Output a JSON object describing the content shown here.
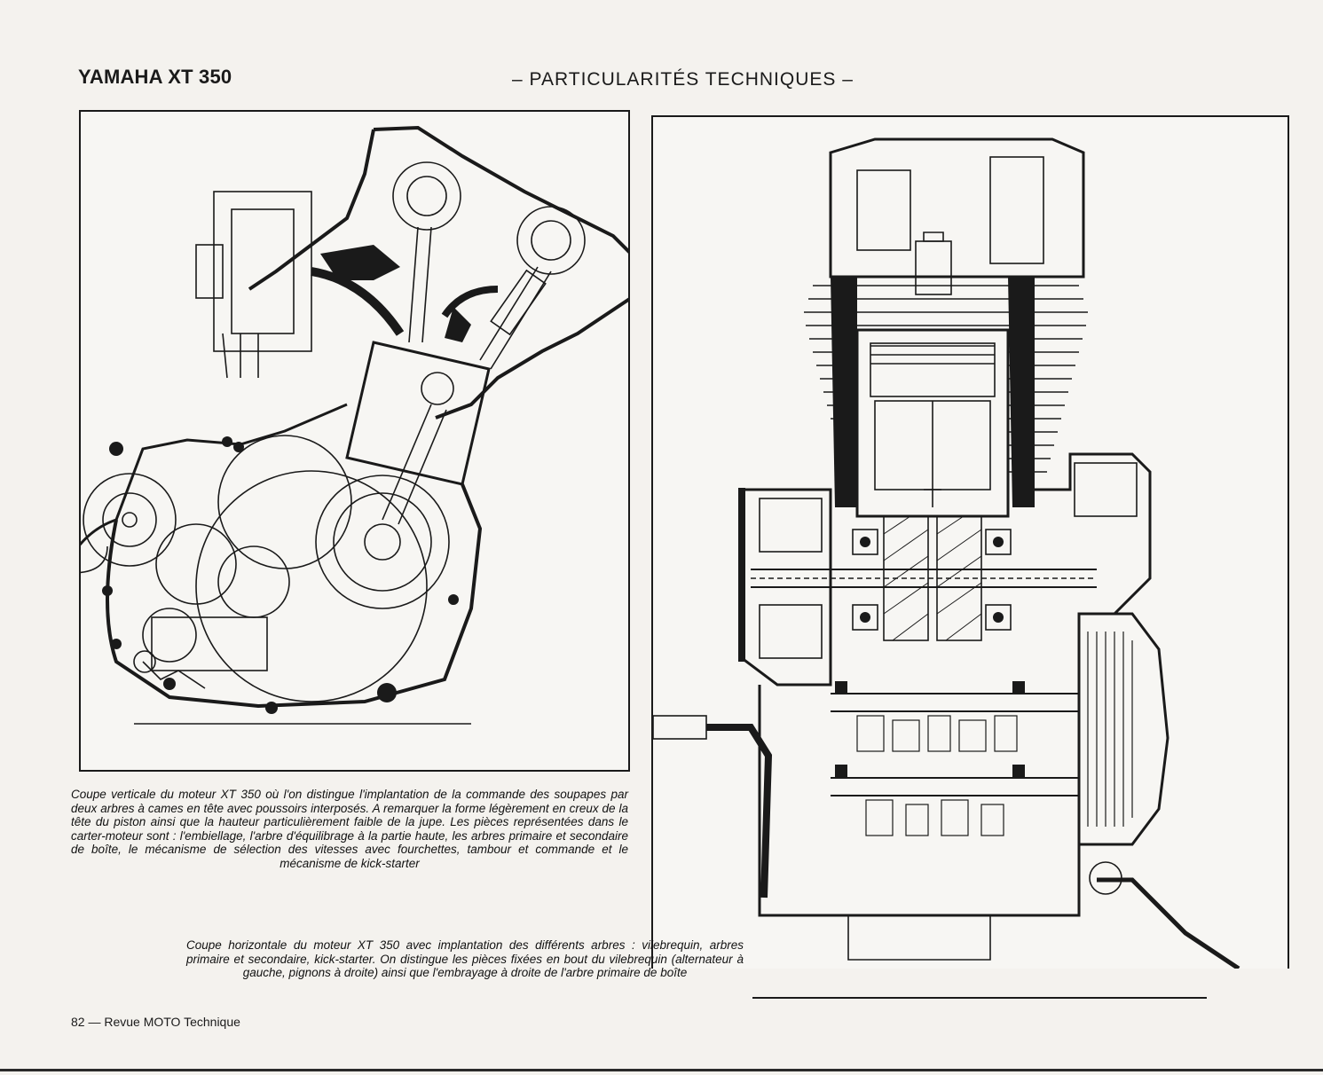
{
  "header": {
    "brand": "YAMAHA XT 350",
    "section": "– PARTICULARITÉS TECHNIQUES –"
  },
  "figures": {
    "left": {
      "caption": "Coupe verticale du moteur XT 350 où l'on distingue l'implantation de la commande des soupapes par deux arbres à cames en tête avec poussoirs interposés. A remarquer la forme légèrement en creux de la tête du piston ainsi que la hauteur particulièrement faible de la jupe. Les pièces représentées dans le carter-moteur sont : l'embiellage, l'arbre d'équilibrage à la partie haute, les arbres primaire et secondaire de boîte, le mécanisme de sélection des vitesses avec fourchettes, tambour et commande et le mécanisme de kick-starter"
    },
    "right": {
      "caption": "Coupe horizontale du moteur XT 350 avec implantation des différents arbres : vilebrequin, arbres primaire et secondaire, kick-starter. On distingue les pièces fixées en bout du vilebrequin (alternateur à gauche, pignons à droite) ainsi que l'embrayage à droite de l'arbre primaire de boîte"
    }
  },
  "footer": {
    "page_ref": "82 — Revue MOTO Technique"
  },
  "colors": {
    "ink": "#1a1a1a",
    "paper": "#f4f2ee"
  }
}
